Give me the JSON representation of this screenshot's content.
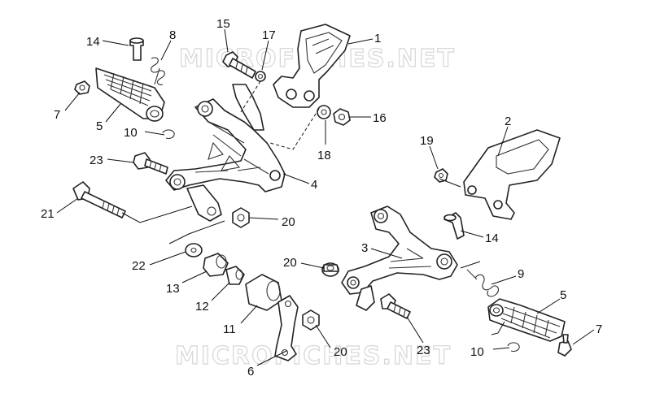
{
  "watermark": {
    "top": "MICROFICHES.NET",
    "bottom": "MICROFICHES.NET"
  },
  "callouts": {
    "c1": "1",
    "c2": "2",
    "c3": "3",
    "c4": "4",
    "c5a": "5",
    "c5b": "5",
    "c6": "6",
    "c7a": "7",
    "c7b": "7",
    "c8": "8",
    "c9": "9",
    "c10a": "10",
    "c10b": "10",
    "c11": "11",
    "c12": "12",
    "c13": "13",
    "c14a": "14",
    "c14b": "14",
    "c15": "15",
    "c16": "16",
    "c17": "17",
    "c18": "18",
    "c19": "19",
    "c20a": "20",
    "c20b": "20",
    "c20c": "20",
    "c21": "21",
    "c22": "22",
    "c23a": "23",
    "c23b": "23"
  }
}
